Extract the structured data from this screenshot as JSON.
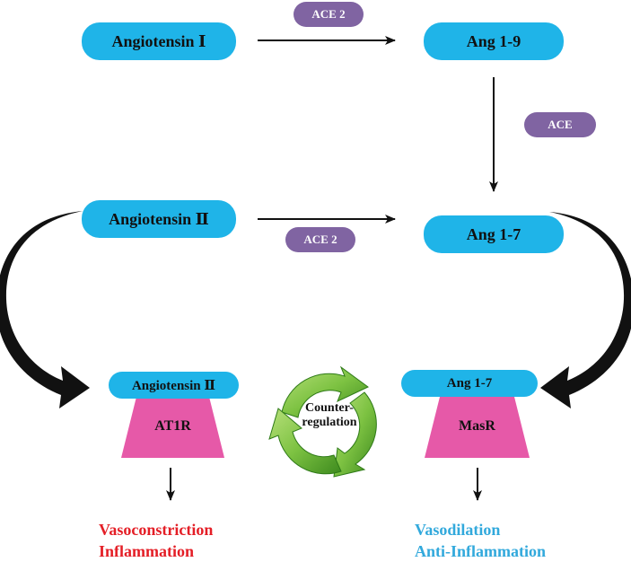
{
  "nodes": {
    "ang1": "Angiotensin Ⅰ",
    "ang19": "Ang 1-9",
    "ang2": "Angiotensin Ⅱ",
    "ang17": "Ang 1-7",
    "ang2_ligand": "Angiotensin Ⅱ",
    "ang17_ligand": "Ang 1-7"
  },
  "enzymes": {
    "ace2_top": "ACE 2",
    "ace": "ACE",
    "ace2_mid": "ACE 2"
  },
  "receptors": {
    "at1r": "AT1R",
    "masr": "MasR"
  },
  "center": {
    "line1": "Counter-",
    "line2": "regulation"
  },
  "outcomes": {
    "left": [
      "Vasoconstriction",
      "Inflammation"
    ],
    "right": [
      "Vasodilation",
      "Anti-Inflammation"
    ]
  },
  "colors": {
    "node": "#1fb4e8",
    "enzyme": "#8064a2",
    "receptor": "#e659a8",
    "left_outcome": "#e41e26",
    "right_outcome": "#32a9dc",
    "recycle": "#7dc242"
  }
}
